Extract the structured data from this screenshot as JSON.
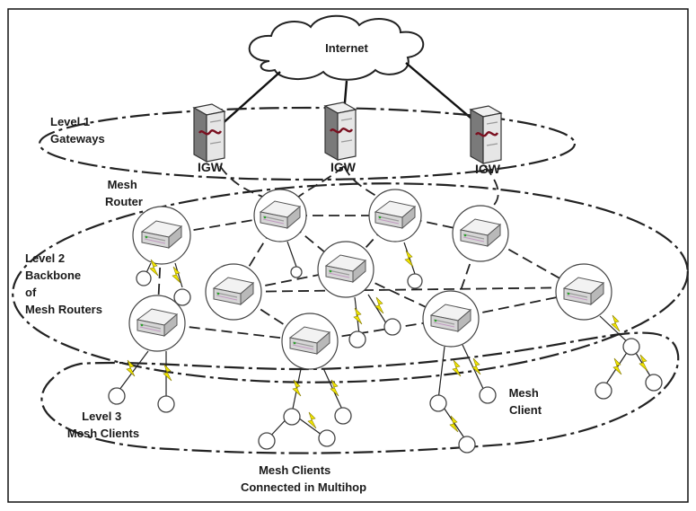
{
  "diagram": {
    "internet_label": "Internet",
    "gateway_label": "IGW",
    "level1_label": [
      "Level 1",
      "Gateways"
    ],
    "level2_label": [
      "Level 2",
      "Backbone",
      "of",
      "Mesh Routers"
    ],
    "level3_label": [
      "Level 3",
      "Mesh Clients"
    ],
    "mesh_router_label": [
      "Mesh",
      "Router"
    ],
    "mesh_client_label": [
      "Mesh",
      "Client"
    ],
    "multihop_label": [
      "Mesh Clients",
      "Connected in Multihop"
    ]
  },
  "colors": {
    "bolt": "#f2e600",
    "line": "#222222",
    "router_body": "#d8d8d8"
  }
}
